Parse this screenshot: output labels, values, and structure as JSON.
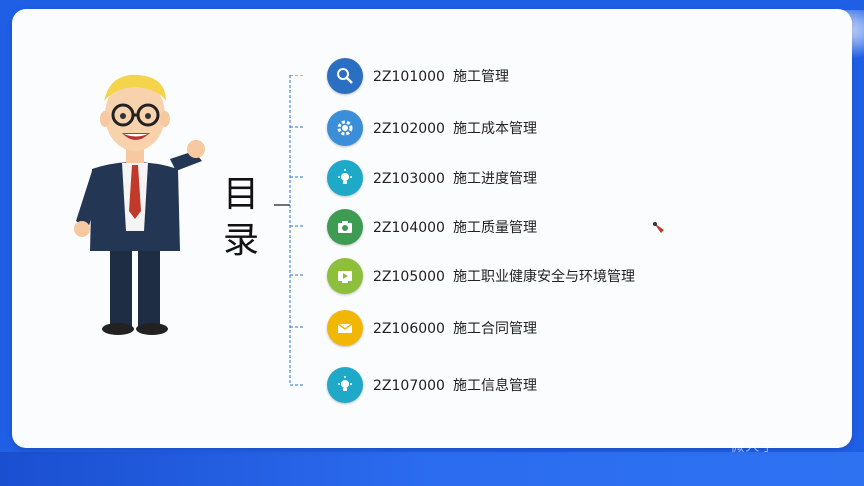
{
  "title": {
    "line1": "目",
    "line2": "录"
  },
  "items": [
    {
      "code": "2Z101000",
      "text": "施工管理",
      "icon": "search-icon",
      "color": "#2a6fc1"
    },
    {
      "code": "2Z102000",
      "text": "施工成本管理",
      "icon": "gear-icon",
      "color": "#3b8ed8"
    },
    {
      "code": "2Z103000",
      "text": "施工进度管理",
      "icon": "lightbulb-icon",
      "color": "#1fa9c8"
    },
    {
      "code": "2Z104000",
      "text": "施工质量管理",
      "icon": "camera-icon",
      "color": "#3d9c52"
    },
    {
      "code": "2Z105000",
      "text": "施工职业健康安全与环境管理",
      "icon": "video-icon",
      "color": "#8dbf3a"
    },
    {
      "code": "2Z106000",
      "text": "施工合同管理",
      "icon": "envelope-icon",
      "color": "#f2b705"
    },
    {
      "code": "2Z107000",
      "text": "施工信息管理",
      "icon": "lightbulb-icon",
      "color": "#1fa9c8"
    }
  ],
  "watermark": "ᅟ 微人学"
}
